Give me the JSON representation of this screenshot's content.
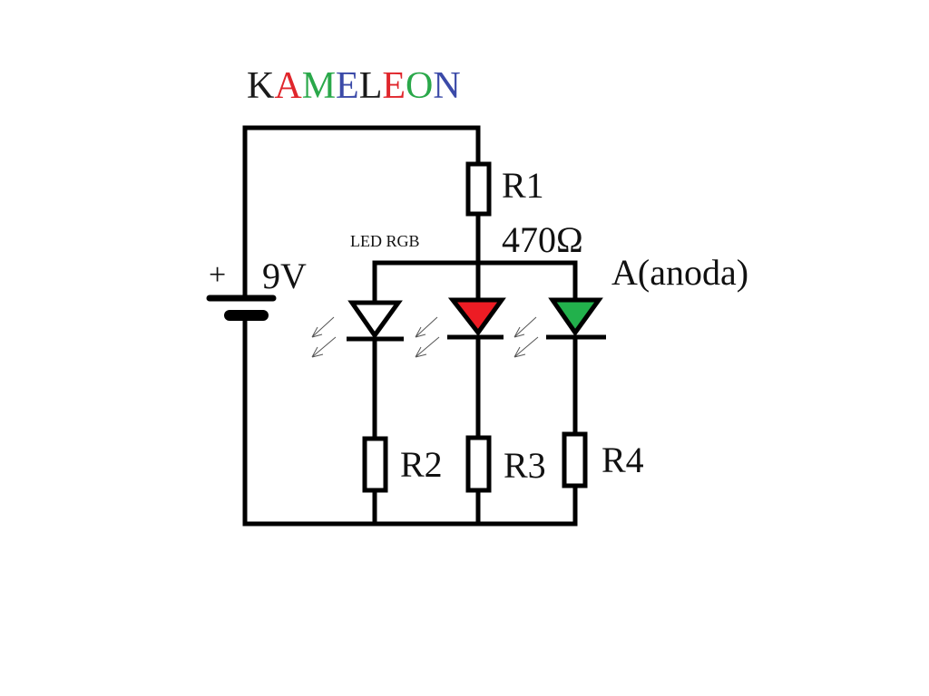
{
  "title": {
    "letters": [
      {
        "char": "K",
        "color": "#1a1a1a"
      },
      {
        "char": "A",
        "color": "#e0262c"
      },
      {
        "char": "M",
        "color": "#2aa84a"
      },
      {
        "char": "E",
        "color": "#3b4aa8"
      },
      {
        "char": "L",
        "color": "#1a1a1a"
      },
      {
        "char": "E",
        "color": "#e0262c"
      },
      {
        "char": "O",
        "color": "#2aa84a"
      },
      {
        "char": "N",
        "color": "#3b4aa8"
      }
    ]
  },
  "battery": {
    "plus_sign": "+",
    "voltage_label": "9V"
  },
  "resistors": {
    "r1": {
      "name": "R1",
      "value": "470Ω"
    },
    "r2": {
      "name": "R2"
    },
    "r3": {
      "name": "R3"
    },
    "r4": {
      "name": "R4"
    }
  },
  "led": {
    "label": "LED RGB",
    "anode_label": "A(anoda)",
    "diodes": [
      {
        "name": "diode-white",
        "fill": "#ffffff"
      },
      {
        "name": "diode-red",
        "fill": "#ed1c24"
      },
      {
        "name": "diode-green",
        "fill": "#22b14c"
      }
    ]
  }
}
